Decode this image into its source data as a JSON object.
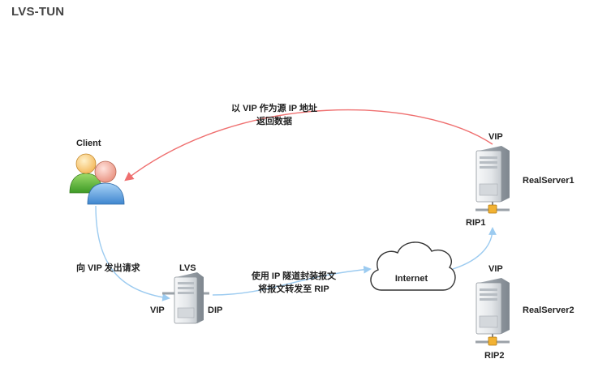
{
  "title": "LVS-TUN",
  "labels": {
    "client": "Client",
    "lvs": "LVS",
    "vip_lvs": "VIP",
    "dip": "DIP",
    "request": "向 VIP 发出请求",
    "tunnel_line1": "使用 IP 隧道封装报文",
    "tunnel_line2": "将报文转发至 RIP",
    "internet": "Internet",
    "return_line1": "以 VIP 作为源 IP 地址",
    "return_line2": "返回数据",
    "rs1_vip": "VIP",
    "rs1_name": "RealServer1",
    "rs1_rip": "RIP1",
    "rs2_vip": "VIP",
    "rs2_name": "RealServer2",
    "rs2_rip": "RIP2"
  },
  "icons": {
    "client": "users-icon",
    "lvs": "server-icon",
    "internet": "cloud-icon",
    "realserver": "server-icon"
  },
  "colors": {
    "request_arrow": "#9ccbf0",
    "return_arrow": "#ef6f6f",
    "cloud_stroke": "#333333",
    "server_body": "#e9ecef",
    "network_plug": "#f2b233"
  }
}
